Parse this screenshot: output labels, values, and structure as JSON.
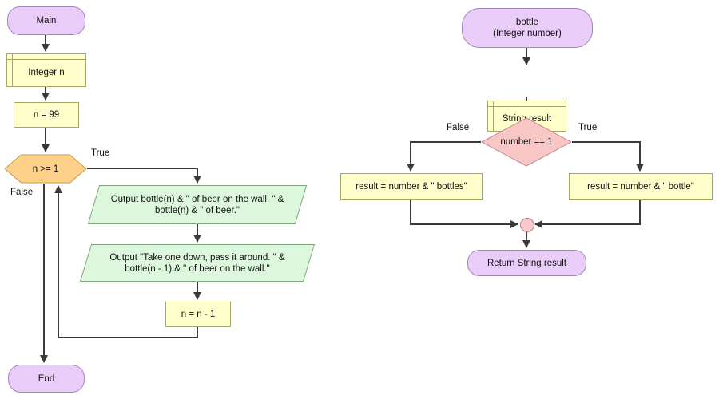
{
  "colors": {
    "terminal_fill": "#e9ccf7",
    "terminal_border": "#a584c0",
    "declare_assign_fill": "#ffffcc",
    "declare_assign_border": "#a6a65c",
    "loop_fill": "#fed18b",
    "loop_border": "#c69b4e",
    "output_fill": "#dcf7dc",
    "output_border": "#7da87d",
    "decision_fill": "#f9c6c6",
    "decision_border": "#c98b8b",
    "merge_fill": "#f9c8cc",
    "connector": "#3a3a3a"
  },
  "main_chart": {
    "start_label": "Main",
    "declare_label": "Integer n",
    "init_label": "n = 99",
    "loop_condition": "n >= 1",
    "true_label": "True",
    "false_label": "False",
    "output_wall": {
      "line1": "Output bottle(n) & \" of beer on the wall. \" &",
      "line2": "bottle(n) & \" of beer.\""
    },
    "output_take": {
      "line1": "Output \"Take one down, pass it around. \" &",
      "line2": "bottle(n - 1) & \" of beer on the wall.\""
    },
    "decrement_label": "n = n - 1",
    "end_label": "End"
  },
  "bottle_chart": {
    "start_line1": "bottle",
    "start_line2": "(Integer number)",
    "declare_label": "String result",
    "condition": "number == 1",
    "false_label": "False",
    "true_label": "True",
    "false_assign": "result = number & \" bottles\"",
    "true_assign": "result = number & \" bottle\"",
    "return_label": "Return String result"
  }
}
